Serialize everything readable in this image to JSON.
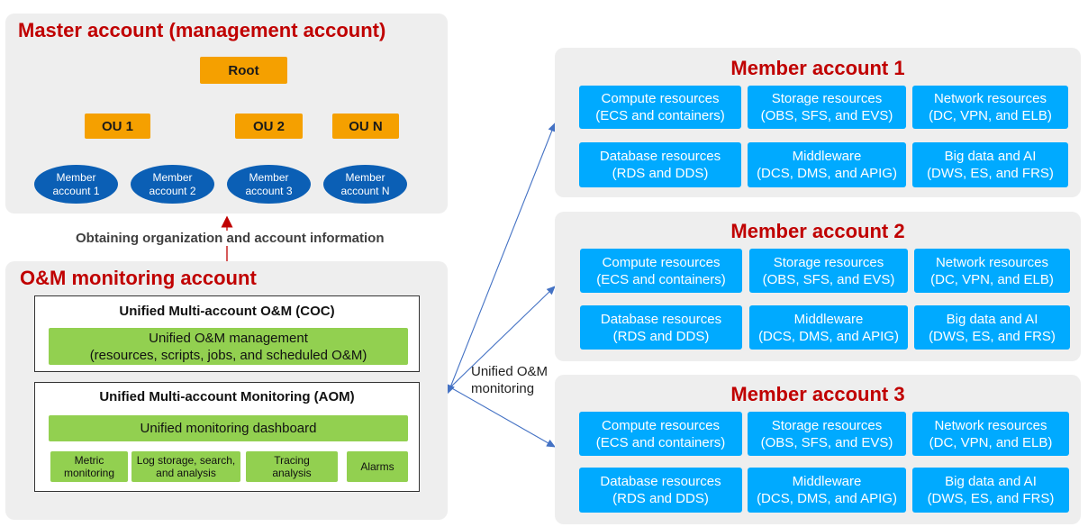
{
  "master": {
    "title": "Master account (management account)",
    "root": "Root",
    "ous": [
      "OU 1",
      "OU 2",
      "OU N"
    ],
    "members": [
      {
        "line1": "Member",
        "line2": "account 1"
      },
      {
        "line1": "Member",
        "line2": "account 2"
      },
      {
        "line1": "Member",
        "line2": "account 3"
      },
      {
        "line1": "Member",
        "line2": "account N"
      }
    ]
  },
  "arrow_label": "Obtaining organization and account information",
  "monitoring": {
    "title": "O&M monitoring account",
    "coc": {
      "title": "Unified Multi-account O&M (COC)",
      "box_line1": "Unified O&M management",
      "box_line2": "(resources, scripts, jobs, and scheduled O&M)"
    },
    "aom": {
      "title": "Unified Multi-account Monitoring (AOM)",
      "dashboard": "Unified monitoring dashboard",
      "items": [
        {
          "line1": "Metric",
          "line2": "monitoring"
        },
        {
          "line1": "Log storage, search,",
          "line2": "and analysis"
        },
        {
          "line1": "Tracing",
          "line2": "analysis"
        },
        {
          "line1": "Alarms",
          "line2": ""
        }
      ]
    }
  },
  "link_label": {
    "line1": "Unified O&M",
    "line2": "monitoring"
  },
  "member_accounts": [
    {
      "title": "Member account 1",
      "resources": [
        {
          "line1": "Compute resources",
          "line2": "(ECS and containers)"
        },
        {
          "line1": "Storage resources",
          "line2": "(OBS, SFS, and EVS)"
        },
        {
          "line1": "Network resources",
          "line2": "(DC, VPN, and ELB)"
        },
        {
          "line1": "Database resources",
          "line2": "(RDS and DDS)"
        },
        {
          "line1": "Middleware",
          "line2": "(DCS, DMS, and APIG)"
        },
        {
          "line1": "Big data and AI",
          "line2": "(DWS, ES, and FRS)"
        }
      ]
    },
    {
      "title": "Member account 2",
      "resources": [
        {
          "line1": "Compute resources",
          "line2": "(ECS and containers)"
        },
        {
          "line1": "Storage resources",
          "line2": "(OBS, SFS, and EVS)"
        },
        {
          "line1": "Network resources",
          "line2": "(DC, VPN, and ELB)"
        },
        {
          "line1": "Database resources",
          "line2": "(RDS and DDS)"
        },
        {
          "line1": "Middleware",
          "line2": "(DCS, DMS, and APIG)"
        },
        {
          "line1": "Big data and AI",
          "line2": "(DWS, ES, and FRS)"
        }
      ]
    },
    {
      "title": "Member account 3",
      "resources": [
        {
          "line1": "Compute resources",
          "line2": "(ECS and containers)"
        },
        {
          "line1": "Storage resources",
          "line2": "(OBS, SFS, and EVS)"
        },
        {
          "line1": "Network resources",
          "line2": "(DC, VPN, and ELB)"
        },
        {
          "line1": "Database resources",
          "line2": "(RDS and DDS)"
        },
        {
          "line1": "Middleware",
          "line2": "(DCS, DMS, and APIG)"
        },
        {
          "line1": "Big data and AI",
          "line2": "(DWS, ES, and FRS)"
        }
      ]
    }
  ],
  "colors": {
    "title_red": "#c00000",
    "ou_orange": "#f5a000",
    "member_blue": "#0b5fb5",
    "resource_blue": "#00aaff",
    "green": "#92d050",
    "connector_red": "#c00000",
    "arrow_blue": "#4472c4"
  }
}
